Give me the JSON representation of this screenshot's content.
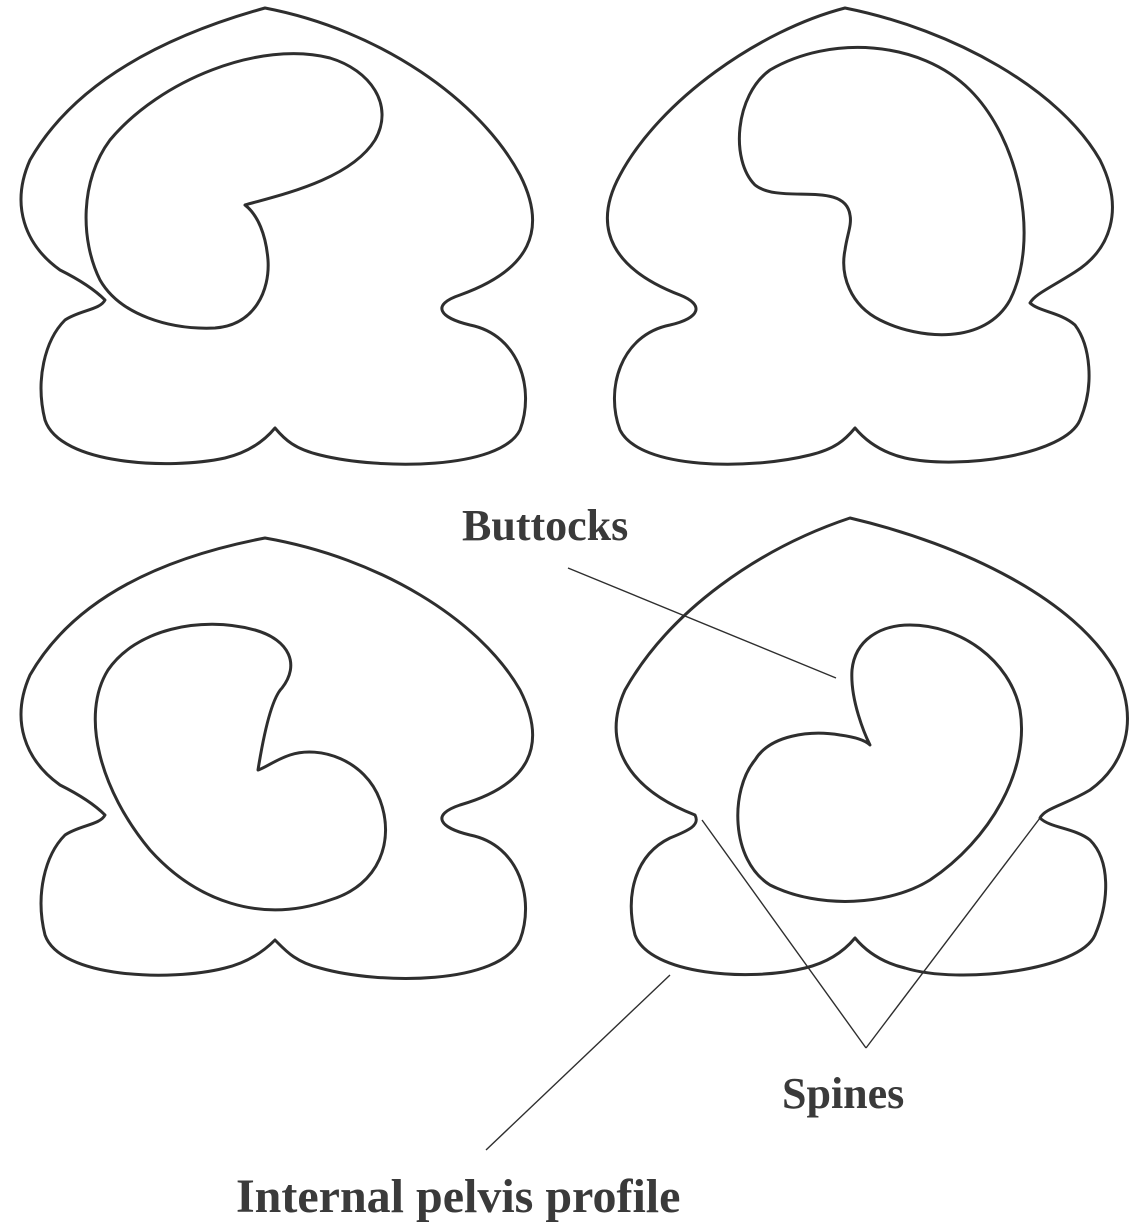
{
  "diagram": {
    "labels": {
      "buttocks": "Buttocks",
      "spines": "Spines",
      "internal_pelvis_profile": "Internal pelvis profile"
    }
  }
}
